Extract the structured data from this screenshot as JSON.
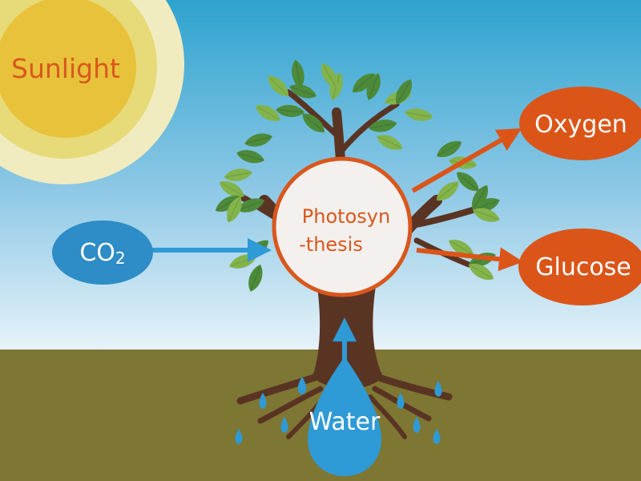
{
  "labels": {
    "sunlight": "Sunlight",
    "co2_main": "CO",
    "co2_sub": "2",
    "process_line1": "Photosyn",
    "process_line2": "-thesis",
    "oxygen": "Oxygen",
    "glucose": "Glucose",
    "water": "Water"
  },
  "colors": {
    "sky_top": "#2ea3cf",
    "sky_bottom": "#e6f3f9",
    "ground": "#7e7633",
    "sun_outer": "#f1ecbf",
    "sun_middle": "#e7da79",
    "sun_inner": "#e8c23a",
    "sun_text": "#d9571d",
    "trunk": "#5a3423",
    "leaf_dark": "#4d8a3a",
    "leaf_light": "#83b34b",
    "blue": "#2e8cc6",
    "water_drop": "#2e9ad6",
    "output_orange": "#db5519",
    "process_border": "#d9571d",
    "process_fill": "#f4f0ee",
    "process_text": "#d9571d",
    "arrow_blue": "#2e9ad6",
    "arrow_orange": "#db5519"
  }
}
